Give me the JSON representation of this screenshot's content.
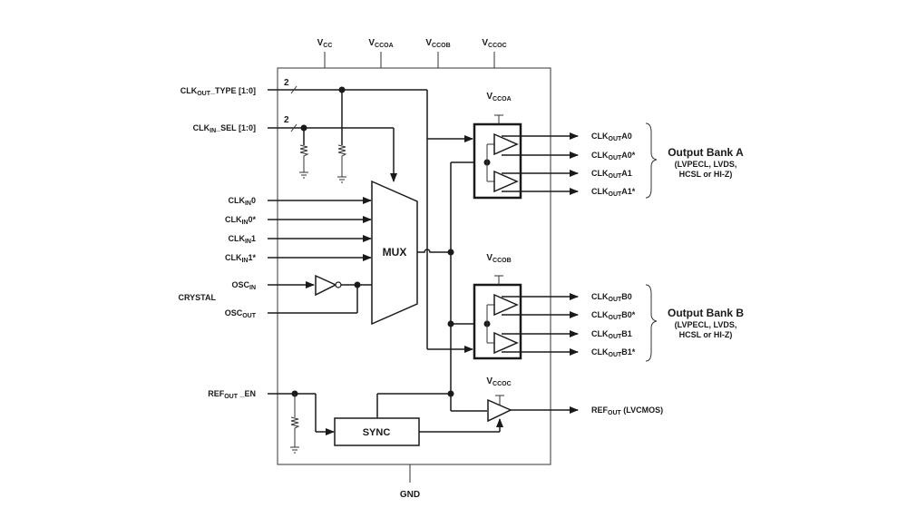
{
  "supplies": {
    "vcc": {
      "main": "V",
      "sub": "CC"
    },
    "vccoa": {
      "main": "V",
      "sub": "CCOA"
    },
    "vccob": {
      "main": "V",
      "sub": "CCOB"
    },
    "vccoc": {
      "main": "V",
      "sub": "CCOC"
    },
    "gnd": "GND"
  },
  "inputs": {
    "clkout_type": {
      "pre": "CLK",
      "sub": "OUT",
      "post": "_TYPE [1:0]",
      "bus_width": "2"
    },
    "clkin_sel": {
      "pre": "CLK",
      "sub": "IN",
      "post": "_SEL [1:0]",
      "bus_width": "2"
    },
    "clkin0": {
      "pre": "CLK",
      "sub": "IN",
      "post": "0"
    },
    "clkin0n": {
      "pre": "CLK",
      "sub": "IN",
      "post": "0*"
    },
    "clkin1": {
      "pre": "CLK",
      "sub": "IN",
      "post": "1"
    },
    "clkin1n": {
      "pre": "CLK",
      "sub": "IN",
      "post": "1*"
    },
    "oscin": {
      "pre": "OSC",
      "sub": "IN",
      "post": ""
    },
    "oscout": {
      "pre": "OSC",
      "sub": "OUT",
      "post": ""
    },
    "crystal": "CRYSTAL",
    "refout_en": {
      "pre": "REF",
      "sub": "OUT",
      "post": " _EN"
    }
  },
  "blocks": {
    "mux": "MUX",
    "sync": "SYNC"
  },
  "outputs": {
    "bank_a": {
      "title": "Output Bank A",
      "desc_line1": "(LVPECL, LVDS,",
      "desc_line2": "HCSL or HI-Z)",
      "pins": [
        {
          "pre": "CLK",
          "sub": "OUT",
          "post": "A0"
        },
        {
          "pre": "CLK",
          "sub": "OUT",
          "post": "A0*"
        },
        {
          "pre": "CLK",
          "sub": "OUT",
          "post": "A1"
        },
        {
          "pre": "CLK",
          "sub": "OUT",
          "post": "A1*"
        }
      ]
    },
    "bank_b": {
      "title": "Output Bank B",
      "desc_line1": "(LVPECL, LVDS,",
      "desc_line2": "HCSL or HI-Z)",
      "pins": [
        {
          "pre": "CLK",
          "sub": "OUT",
          "post": "B0"
        },
        {
          "pre": "CLK",
          "sub": "OUT",
          "post": "B0*"
        },
        {
          "pre": "CLK",
          "sub": "OUT",
          "post": "B1"
        },
        {
          "pre": "CLK",
          "sub": "OUT",
          "post": "B1*"
        }
      ]
    },
    "refout": {
      "pre": "REF",
      "sub": "OUT",
      "post": " (LVCMOS)"
    }
  }
}
